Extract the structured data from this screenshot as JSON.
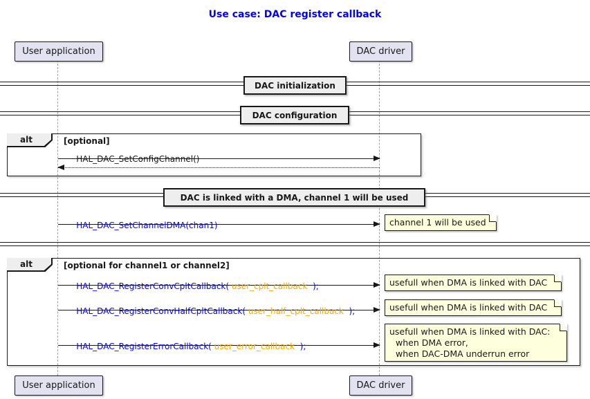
{
  "title": {
    "text": "Use case: DAC register callback"
  },
  "participants": [
    {
      "name": "User application"
    },
    {
      "name": "DAC driver"
    }
  ],
  "dividers": [
    {
      "label": "DAC initialization"
    },
    {
      "label": "DAC configuration"
    },
    {
      "label": "DAC is linked with a DMA, channel 1 will be used"
    },
    {
      "label": ""
    }
  ],
  "frames": [
    {
      "operator": "alt",
      "condition": "[optional]"
    },
    {
      "operator": "alt",
      "condition": "[optional for channel1 or channel2]"
    }
  ],
  "messages": [
    {
      "from": "User application",
      "to": "DAC driver",
      "prefix": "HAL_DAC_SetConfigChannel()",
      "param": "",
      "suffix": "",
      "style": "solid"
    },
    {
      "from": "DAC driver",
      "to": "User application",
      "prefix": "",
      "param": "",
      "suffix": "",
      "style": "dotted-return"
    },
    {
      "from": "User application",
      "to": "DAC driver",
      "prefix": "HAL_DAC_SetChannelDMA(chan1)",
      "param": "",
      "suffix": "",
      "style": "solid"
    },
    {
      "from": "User application",
      "to": "DAC driver",
      "prefix": "HAL_DAC_RegisterConvCpltCallback(",
      "param": " user_cplt_callback ",
      "suffix": " );",
      "style": "solid"
    },
    {
      "from": "User application",
      "to": "DAC driver",
      "prefix": "HAL_DAC_RegisterConvHalfCpltCallback(",
      "param": " user_half_cplt_callback ",
      "suffix": " );",
      "style": "solid"
    },
    {
      "from": "User application",
      "to": "DAC driver",
      "prefix": "HAL_DAC_RegisterErrorCallback(",
      "param": " user_error_callback ",
      "suffix": " );",
      "style": "solid"
    }
  ],
  "notes": [
    {
      "lines": [
        "channel 1 will be used"
      ]
    },
    {
      "lines": [
        "usefull when DMA is linked with DAC"
      ]
    },
    {
      "lines": [
        "usefull when DMA is linked with DAC"
      ]
    },
    {
      "lines": [
        "usefull when DMA is linked with DAC:",
        "when DMA error,",
        "when DAC-DMA underrun error"
      ]
    }
  ],
  "colors": {
    "title_text": "#0000FF",
    "message_function_text": "#0000FF",
    "message_param_text": "#FFA500",
    "message_plain_text": "#181818",
    "participant_fill": "#E2E2F0",
    "note_fill": "#FEFFDD",
    "divider_fill": "#EEEEEE",
    "border": "#181818",
    "lifeline": "#A0A0A0"
  }
}
